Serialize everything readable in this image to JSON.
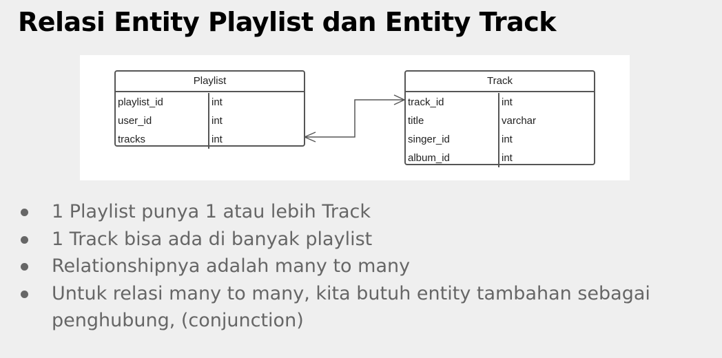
{
  "title": "Relasi Entity Playlist dan Entity Track",
  "diagram": {
    "playlist": {
      "name": "Playlist",
      "columns": [
        {
          "name": "playlist_id",
          "type": "int"
        },
        {
          "name": "user_id",
          "type": "int"
        },
        {
          "name": "tracks",
          "type": "int"
        }
      ]
    },
    "track": {
      "name": "Track",
      "columns": [
        {
          "name": "track_id",
          "type": "int"
        },
        {
          "name": "title",
          "type": "varchar"
        },
        {
          "name": "singer_id",
          "type": "int"
        },
        {
          "name": "album_id",
          "type": "int"
        }
      ]
    },
    "relationship": "many-to-many"
  },
  "bullets": [
    "1 Playlist punya 1 atau lebih Track",
    "1 Track bisa ada di banyak playlist",
    "Relationshipnya adalah many to many",
    "Untuk relasi many to many, kita butuh entity tambahan sebagai penghubung, (conjunction)"
  ],
  "colors": {
    "background": "#efefef",
    "panel": "#ffffff",
    "border": "#555555",
    "bullet_text": "#666666",
    "title_text": "#000000"
  }
}
